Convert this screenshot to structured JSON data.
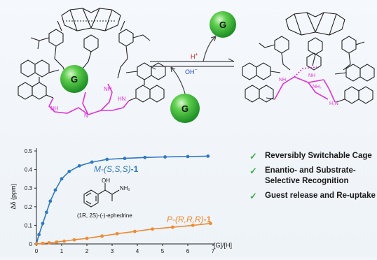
{
  "scheme": {
    "guest_symbol": "G",
    "forward_label": "H",
    "forward_sup": "+",
    "reverse_label": "OH",
    "reverse_sup": "−"
  },
  "chart_data": {
    "type": "scatter",
    "xlabel": "[G]/[H]",
    "ylabel": "Δδ (ppm)",
    "xlim": [
      0,
      7
    ],
    "ylim": [
      0,
      0.5
    ],
    "x_ticks": [
      0,
      1,
      2,
      3,
      4,
      5,
      6,
      7
    ],
    "y_ticks": [
      0,
      0.1,
      0.2,
      0.3,
      0.4,
      0.5
    ],
    "series": [
      {
        "name_prefix": "M-",
        "name_italic": "(S,S,S)",
        "name_suffix": "-1",
        "color": "#2f78c2",
        "x": [
          0,
          0.1,
          0.25,
          0.4,
          0.55,
          0.75,
          1.0,
          1.3,
          1.7,
          2.2,
          2.8,
          3.5,
          4.3,
          5.1,
          6.0,
          6.8
        ],
        "y": [
          0.0,
          0.05,
          0.11,
          0.17,
          0.23,
          0.29,
          0.35,
          0.39,
          0.42,
          0.44,
          0.455,
          0.46,
          0.465,
          0.468,
          0.47,
          0.472
        ]
      },
      {
        "name_prefix": "P-",
        "name_italic": "(R,R,R)",
        "name_suffix": "-1",
        "color": "#f08a32",
        "x": [
          0,
          0.25,
          0.5,
          0.8,
          1.1,
          1.5,
          2.0,
          2.6,
          3.2,
          3.9,
          4.6,
          5.4,
          6.2,
          6.9
        ],
        "y": [
          0.0,
          0.003,
          0.006,
          0.01,
          0.015,
          0.022,
          0.03,
          0.042,
          0.055,
          0.067,
          0.08,
          0.09,
          0.1,
          0.11
        ]
      }
    ]
  },
  "ephedrine": {
    "oh": "OH",
    "nh2": "NH₂",
    "name": "(1R, 2S)-(-)-ephedrine"
  },
  "bullets": [
    {
      "check": "✓",
      "text": "Reversibly Switchable Cage"
    },
    {
      "check": "✓",
      "text": "Enantio- and Substrate-Selective Recognition"
    },
    {
      "check": "✓",
      "text": "Guest release and Re-uptake"
    }
  ]
}
